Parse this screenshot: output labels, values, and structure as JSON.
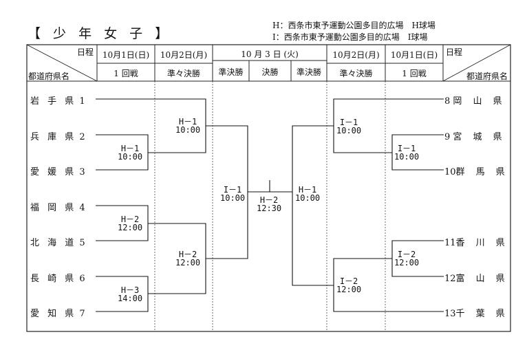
{
  "title": "【 少 年 女 子 】",
  "legend": [
    {
      "text": "H：西条市東予運動公園多目的広場　H球場"
    },
    {
      "text": "I：西条市東予運動公園多目的広場　I球場"
    }
  ],
  "header": {
    "left_corner_top": "日程",
    "left_corner_bottom": "都道府県名",
    "right_corner_top": "日程",
    "right_corner_bottom": "都道府県名",
    "dates": {
      "col1": "10月1日(日)",
      "col2": "10月2日(月)",
      "center": "10 月 3 日 (火)",
      "col4": "10月2日(月)",
      "col5": "10月1日(日)"
    },
    "rounds": {
      "col1": "1 回戦",
      "col2": "準々決勝",
      "semi_left": "準決勝",
      "final": "決勝",
      "semi_right": "準決勝",
      "col4": "準々決勝",
      "col5": "1 回戦"
    }
  },
  "teams_left": [
    {
      "name": "岩 手 県",
      "num": "1"
    },
    {
      "name": "兵 庫 県",
      "num": "2"
    },
    {
      "name": "愛 媛 県",
      "num": "3"
    },
    {
      "name": "福 岡 県",
      "num": "4"
    },
    {
      "name": "北 海 道",
      "num": "5"
    },
    {
      "name": "長 崎 県",
      "num": "6"
    },
    {
      "name": "愛 知 県",
      "num": "7"
    }
  ],
  "teams_right": [
    {
      "num": "8",
      "name": "岡 山 県"
    },
    {
      "num": "9",
      "name": "宮 城 県"
    },
    {
      "num": "10",
      "name": "群 馬 県"
    },
    {
      "num": "11",
      "name": "香 川 県"
    },
    {
      "num": "12",
      "name": "富 山 県"
    },
    {
      "num": "13",
      "name": "千 葉 県"
    }
  ],
  "matches": {
    "m_l1": {
      "court": "H－1",
      "time": "10:00"
    },
    "m_l2": {
      "court": "H－2",
      "time": "12:00"
    },
    "m_l3": {
      "court": "H－3",
      "time": "14:00"
    },
    "qf_l1": {
      "court": "H－1",
      "time": "10:00"
    },
    "qf_l2": {
      "court": "H－2",
      "time": "12:00"
    },
    "sf_l": {
      "court": "I－1",
      "time": "10:00"
    },
    "final": {
      "court": "H－2",
      "time": "12:30"
    },
    "sf_r": {
      "court": "H－1",
      "time": "10:00"
    },
    "qf_r1": {
      "court": "I－1",
      "time": "10:00"
    },
    "qf_r2": {
      "court": "I－2",
      "time": "12:00"
    },
    "m_r1": {
      "court": "I－1",
      "time": "10:00"
    },
    "m_r2": {
      "court": "I－2",
      "time": "12:00"
    }
  }
}
